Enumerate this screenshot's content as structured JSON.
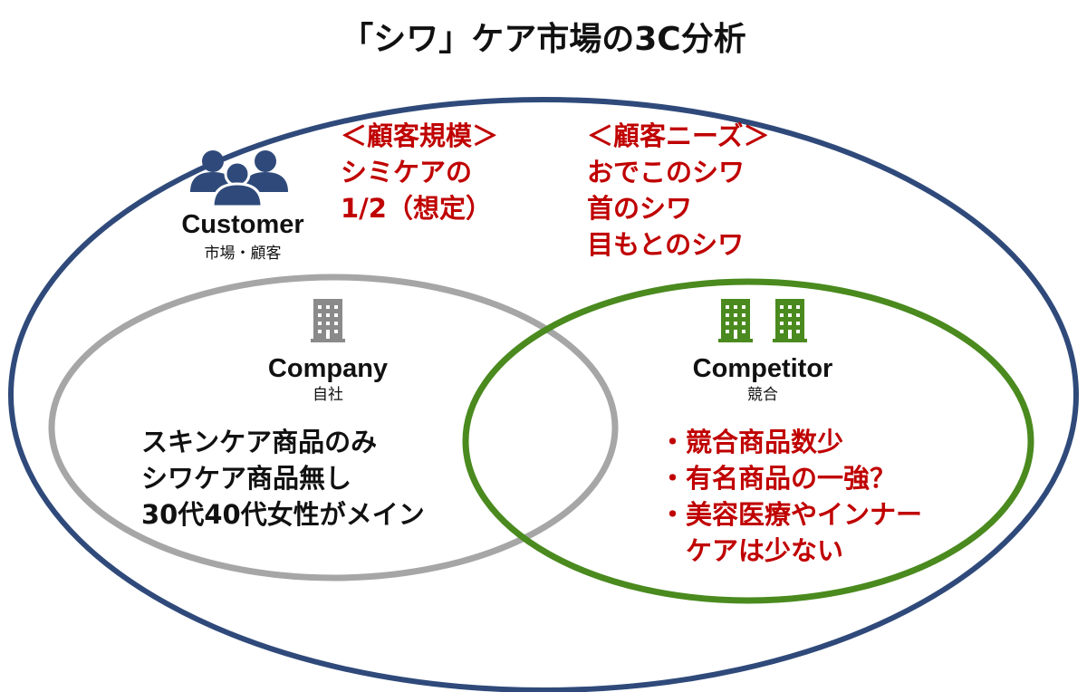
{
  "title": "「シワ」ケア市場の3C分析",
  "colors": {
    "customer": "#2f4a7a",
    "company": "#a6a6a6",
    "competitor": "#4a8a1e",
    "accent_text": "#c00000"
  },
  "customer": {
    "icon": "people-group-icon",
    "label": "Customer",
    "sublabel": "市場・顧客",
    "scale": [
      "＜顧客規模＞",
      "シミケアの",
      "1/2（想定）"
    ],
    "needs": [
      "＜顧客ニーズ＞",
      "おでこのシワ",
      "首のシワ",
      "目もとのシワ"
    ]
  },
  "company": {
    "icon": "building-icon",
    "label": "Company",
    "sublabel": "自社",
    "points": [
      "スキンケア商品のみ",
      "シワケア商品無し",
      "30代40代女性がメイン"
    ]
  },
  "competitor": {
    "icon": "buildings-icon",
    "label": "Competitor",
    "sublabel": "競合",
    "points": [
      "・競合商品数少",
      "・有名商品の一強？",
      "・美容医療やインナー",
      "　ケアは少ない"
    ]
  }
}
